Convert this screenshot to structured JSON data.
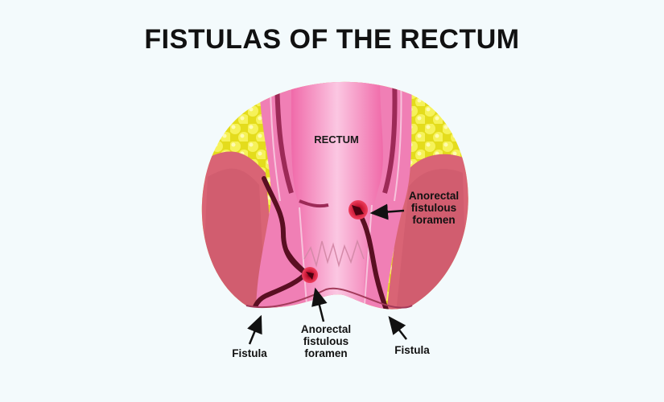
{
  "title": "FISTULAS OF THE RECTUM",
  "labels": {
    "rectum": "RECTUM",
    "right_foramen": [
      "Anorectal",
      "fistulous",
      "foramen"
    ],
    "bottom_foramen": [
      "Anorectal",
      "fistulous",
      "foramen"
    ],
    "fistula_left": "Fistula",
    "fistula_right": "Fistula"
  },
  "colors": {
    "background": "#f3fafc",
    "fat": "#f1ec3c",
    "muscle": "#d96475",
    "mucosa": "#f07fb5",
    "lumen": "#f8b6da",
    "fistula_tract": "#5a0f22",
    "opening": "#e8224c"
  }
}
